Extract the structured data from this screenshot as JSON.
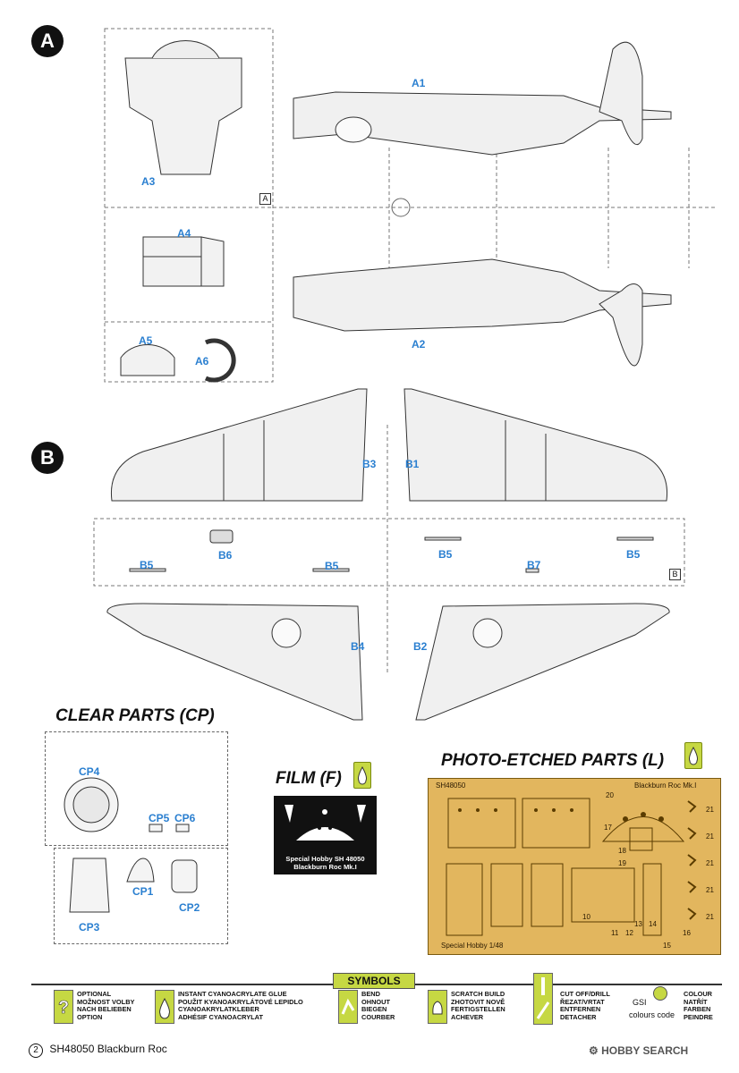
{
  "sections": {
    "a": "A",
    "b": "B"
  },
  "frame_tags": {
    "a": "A",
    "b": "B"
  },
  "parts_a": {
    "A1": "A1",
    "A2": "A2",
    "A3": "A3",
    "A4": "A4",
    "A5": "A5",
    "A6": "A6"
  },
  "parts_b": {
    "B1": "B1",
    "B2": "B2",
    "B3": "B3",
    "B4": "B4",
    "B5a": "B5",
    "B5b": "B5",
    "B5c": "B5",
    "B5d": "B5",
    "B6": "B6",
    "B7": "B7"
  },
  "clear": {
    "title": "CLEAR PARTS (CP)",
    "CP1": "CP1",
    "CP2": "CP2",
    "CP3": "CP3",
    "CP4": "CP4",
    "CP5": "CP5",
    "CP6": "CP6"
  },
  "film": {
    "title": "FILM (F)",
    "caption_line1": "Special Hobby SH 48050",
    "caption_line2": "Blackburn Roc Mk.I"
  },
  "photo_etched": {
    "title": "PHOTO-ETCHED PARTS (L)",
    "code": "SH48050",
    "model": "Blackburn Roc Mk.I",
    "maker": "Special Hobby 1/48",
    "numbers": [
      "20",
      "21",
      "21",
      "21",
      "21",
      "21",
      "17",
      "18",
      "19",
      "11",
      "12",
      "13",
      "14",
      "15",
      "10",
      "16"
    ]
  },
  "symbols": {
    "title": "SYMBOLS",
    "optional": [
      "OPTIONAL",
      "MOŽNOST VOLBY",
      "NACH BELIEBEN",
      "OPTION"
    ],
    "glue": [
      "INSTANT CYANOACRYLATE GLUE",
      "POUŽIT KYANOAKRYLÁTOVÉ LEPIDLO",
      "CYANOAKRYLATKLEBER",
      "ADHÉSIF CYANOACRYLAT"
    ],
    "bend": [
      "BEND",
      "OHNOUT",
      "BIEGEN",
      "COURBER"
    ],
    "scratch": [
      "SCRATCH BUILD",
      "ZHOTOVIT NOVĚ",
      "FERTIGSTELLEN",
      "ACHEVER"
    ],
    "cut": [
      "CUT OFF/DRILL",
      "ŘEZAT/VRTAT",
      "ENTFERNEN",
      "DETACHER"
    ],
    "gsi": "GSI",
    "colours_code": "colours code",
    "colour": [
      "COLOUR",
      "NATŘÍT",
      "FARBEN",
      "PEINDRE"
    ]
  },
  "footer": {
    "page": "2",
    "text": "SH48050  Blackburn Roc"
  },
  "watermark": "HOBBY SEARCH",
  "colors": {
    "label_blue": "#2a7fd0",
    "symbol_green": "#c6d843",
    "pe_gold": "#e2b65e"
  }
}
